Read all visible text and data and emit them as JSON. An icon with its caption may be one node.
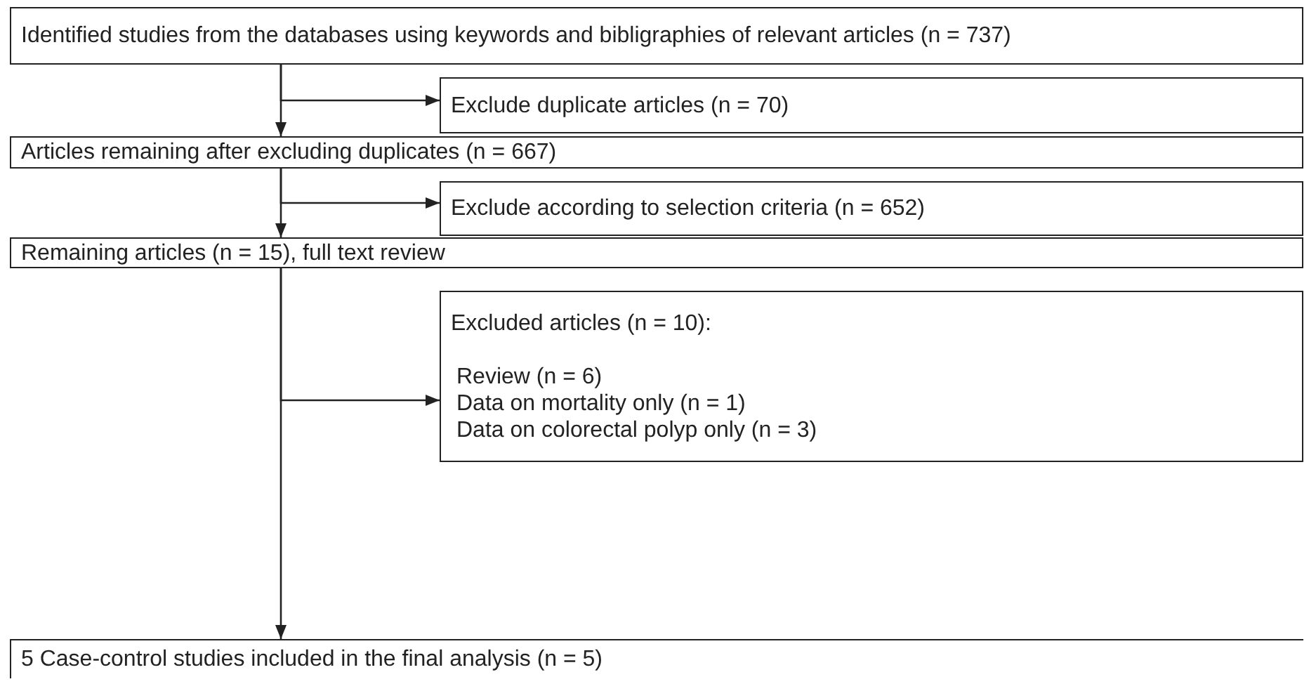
{
  "diagram": {
    "nodes": [
      {
        "text": [
          "Identified studies from the databases using keywords and bibligraphies of relevant articles (n = 737)"
        ]
      },
      {
        "text": [
          "Exclude duplicate articles (n = 70)"
        ]
      },
      {
        "text": [
          "Articles remaining after excluding duplicates (n = 667)"
        ]
      },
      {
        "text": [
          "Exclude according to selection criteria (n = 652)"
        ]
      },
      {
        "text": [
          "Remaining articles (n = 15), full text review"
        ]
      },
      {
        "text": [
          "Excluded articles (n = 10):",
          "Review (n = 6)",
          "Data on mortality only (n = 1)",
          "Data on colorectal polyp only (n = 3)"
        ]
      },
      {
        "text": [
          "5 Case-control studies included in the final analysis (n = 5)"
        ]
      }
    ],
    "edges": [
      {
        "from": 0,
        "to": 2,
        "arrow": "to"
      },
      {
        "from": 0,
        "to": 1,
        "arrow": "to"
      },
      {
        "from": 2,
        "to": 4,
        "arrow": "to"
      },
      {
        "from": 2,
        "to": 3,
        "arrow": "to"
      },
      {
        "from": 4,
        "to": 6,
        "arrow": "to"
      },
      {
        "from": 4,
        "to": 5,
        "arrow": "to"
      }
    ]
  }
}
